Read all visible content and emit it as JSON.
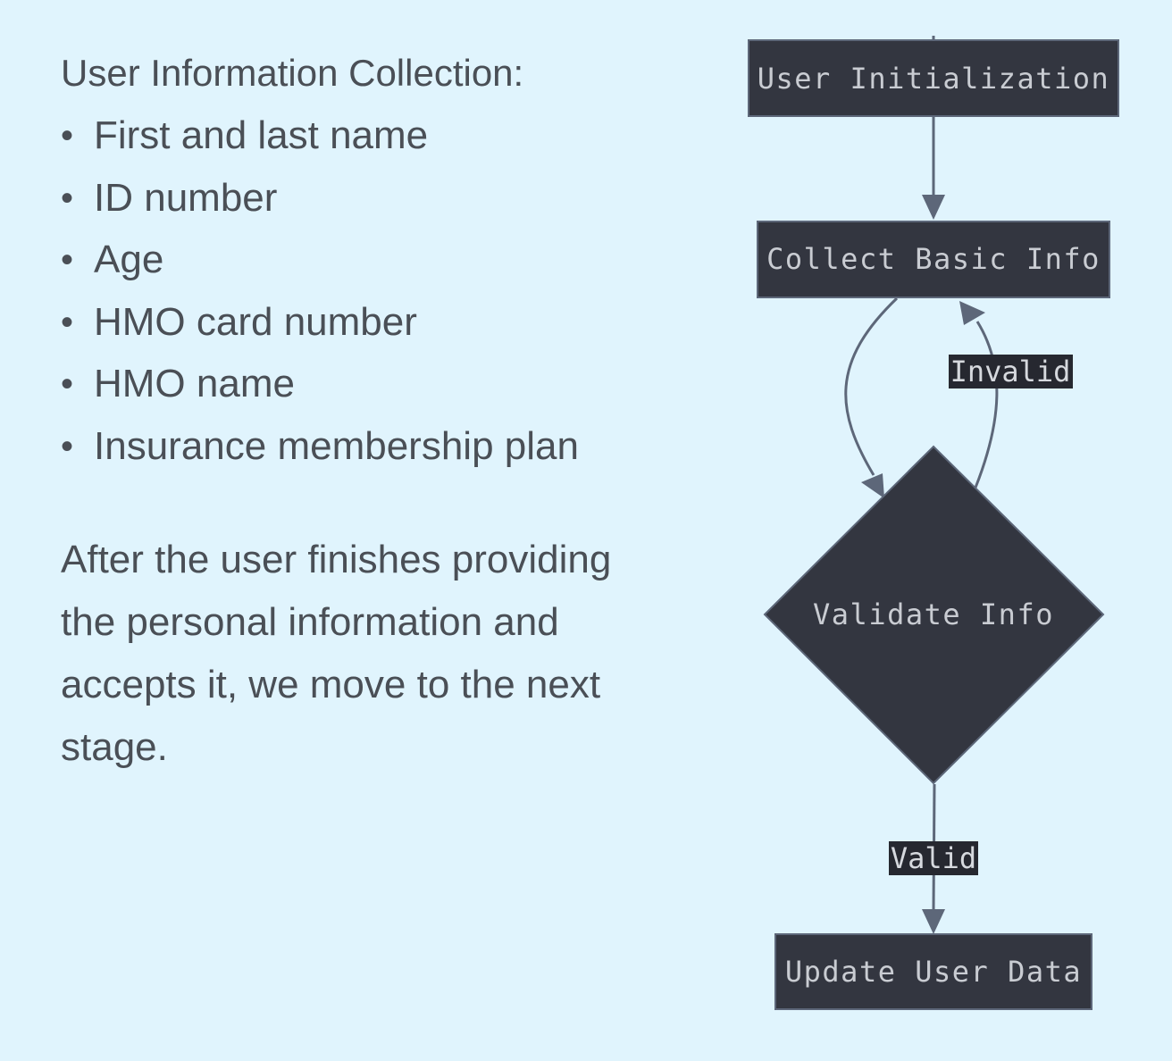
{
  "notes": {
    "heading": "User Information Collection:",
    "bullets": [
      "First and last name",
      "ID number",
      "Age",
      "HMO card number",
      "HMO name",
      "Insurance membership plan"
    ],
    "paragraph": "After the user finishes providing the personal information and accepts it, we move to the next stage."
  },
  "flowchart": {
    "nodes": {
      "init": "User Initialization",
      "collect": "Collect Basic Info",
      "validate": "Validate Info",
      "update": "Update User Data"
    },
    "edge_labels": {
      "invalid": "Invalid",
      "valid": "Valid"
    },
    "colors": {
      "node_fill": "#333640",
      "node_stroke": "#5d6779",
      "edge": "#5d6779",
      "node_text": "#c9ccd2",
      "label_bg": "#262830",
      "background": "#e0f4fd"
    }
  }
}
